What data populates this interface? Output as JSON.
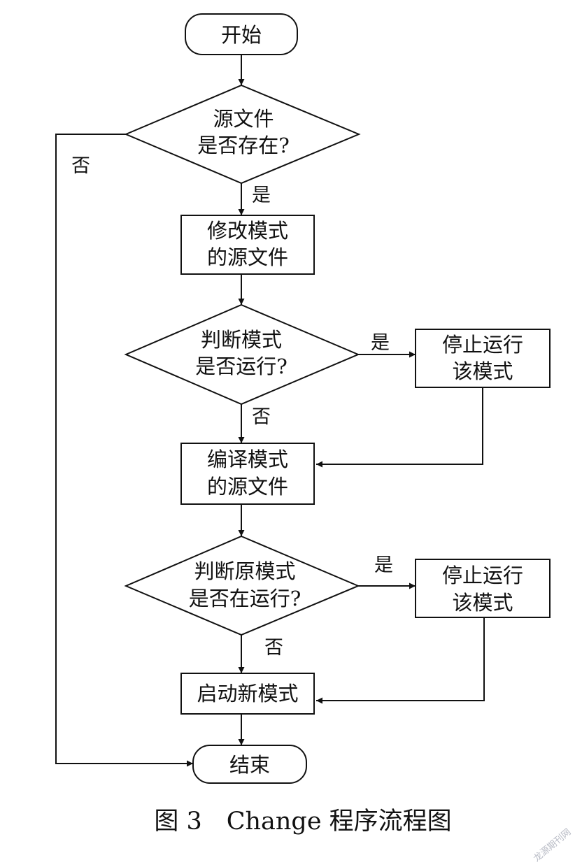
{
  "flowchart": {
    "start": "开始",
    "decision_source": {
      "line1": "源文件",
      "line2": "是否存在?"
    },
    "modify_source": {
      "line1": "修改模式",
      "line2": "的源文件"
    },
    "decision_running": {
      "line1": "判断模式",
      "line2": "是否运行?"
    },
    "stop_mode_1": {
      "line1": "停止运行",
      "line2": "该模式"
    },
    "compile_source": {
      "line1": "编译模式",
      "line2": "的源文件"
    },
    "decision_original": {
      "line1": "判断原模式",
      "line2": "是否在运行?"
    },
    "stop_mode_2": {
      "line1": "停止运行",
      "line2": "该模式"
    },
    "start_new": "启动新模式",
    "end": "结束",
    "edge_labels": {
      "source_no": "否",
      "source_yes": "是",
      "running_yes": "是",
      "running_no": "否",
      "original_yes": "是",
      "original_no": "否"
    }
  },
  "caption": "图 3　Change 程序流程图",
  "watermark": "龙源期刊网"
}
